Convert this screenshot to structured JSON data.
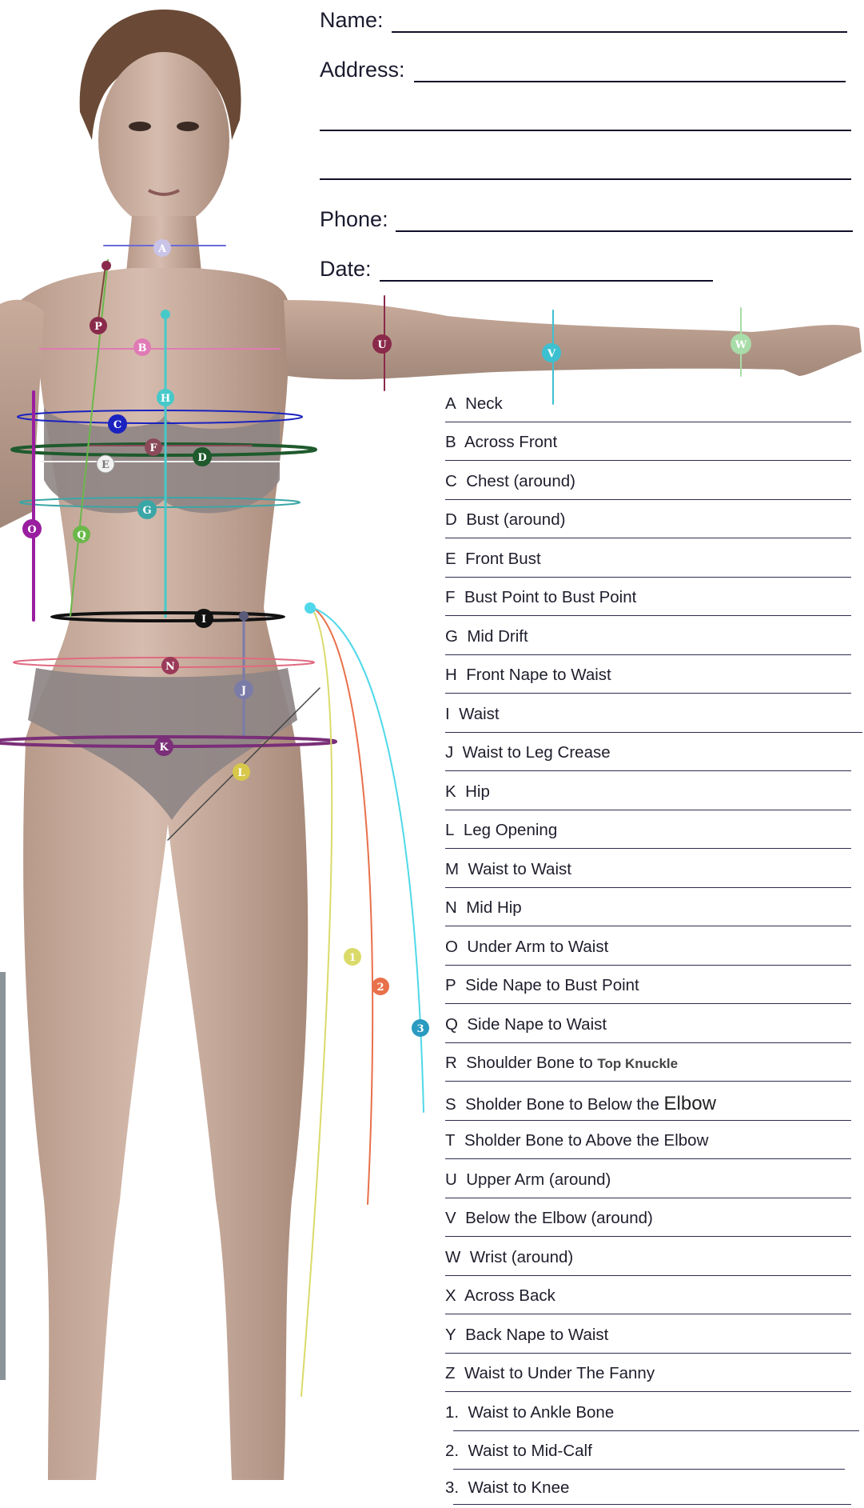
{
  "form": {
    "name_label": "Name:",
    "address_label": "Address:",
    "phone_label": "Phone:",
    "date_label": "Date:"
  },
  "measurements": [
    {
      "code": "A",
      "text": "Neck"
    },
    {
      "code": "B",
      "text": "Across Front"
    },
    {
      "code": "C",
      "text": "Chest (around)"
    },
    {
      "code": "D",
      "text": "Bust  (around)"
    },
    {
      "code": "E",
      "text": "Front Bust"
    },
    {
      "code": "F",
      "text": "Bust Point to Bust Point"
    },
    {
      "code": "G",
      "text": "Mid Drift"
    },
    {
      "code": "H",
      "text": "Front Nape to Waist"
    },
    {
      "code": "I",
      "text": "Waist"
    },
    {
      "code": "J",
      "text": "Waist to Leg Crease"
    },
    {
      "code": "K",
      "text": "Hip"
    },
    {
      "code": "L",
      "text": "Leg Opening"
    },
    {
      "code": "M",
      "text": "Waist to Waist"
    },
    {
      "code": "N",
      "text": "Mid Hip"
    },
    {
      "code": "O",
      "text": "Under Arm to Waist"
    },
    {
      "code": "P",
      "text": "Side Nape to Bust Point"
    },
    {
      "code": "Q",
      "text": "Side Nape to Waist"
    },
    {
      "code": "R",
      "text": "Shoulder Bone to",
      "extra_small": "Top Knuckle"
    },
    {
      "code": "S",
      "text": "Sholder Bone to Below the",
      "extra_big": "Elbow"
    },
    {
      "code": "T",
      "text": "Sholder Bone to Above the Elbow"
    },
    {
      "code": "U",
      "text": "Upper Arm (around)"
    },
    {
      "code": "V",
      "text": "Below the Elbow (around)"
    },
    {
      "code": "W",
      "text": "Wrist (around)"
    },
    {
      "code": "X",
      "text": "Across Back"
    },
    {
      "code": "Y",
      "text": "Back Nape to Waist"
    },
    {
      "code": "Z",
      "text": "Waist to Under The Fanny"
    },
    {
      "code": "1.",
      "text": "Waist to Ankle Bone"
    },
    {
      "code": "2.",
      "text": "Waist to Mid-Calf"
    },
    {
      "code": "3.",
      "text": "Waist to Knee"
    }
  ],
  "figure_markers": [
    {
      "letter": "A",
      "color": "#c9c3e8"
    },
    {
      "letter": "B",
      "color": "#e07ab6"
    },
    {
      "letter": "C",
      "color": "#1a22c0"
    },
    {
      "letter": "D",
      "color": "#1e5a2c"
    },
    {
      "letter": "E",
      "color": "#f2f2f2"
    },
    {
      "letter": "F",
      "color": "#8a4a5a"
    },
    {
      "letter": "G",
      "color": "#3ba6a6"
    },
    {
      "letter": "H",
      "color": "#46c9c9"
    },
    {
      "letter": "I",
      "color": "#111111"
    },
    {
      "letter": "J",
      "color": "#7b7ba8"
    },
    {
      "letter": "K",
      "color": "#7a2f78"
    },
    {
      "letter": "L",
      "color": "#d8c84a"
    },
    {
      "letter": "N",
      "color": "#9a3a58"
    },
    {
      "letter": "O",
      "color": "#9a1ea0"
    },
    {
      "letter": "P",
      "color": "#8a2a4a"
    },
    {
      "letter": "Q",
      "color": "#6ab84a"
    },
    {
      "letter": "U",
      "color": "#8a2a4a"
    },
    {
      "letter": "V",
      "color": "#3cc0d0"
    },
    {
      "letter": "W",
      "color": "#a8dca8"
    },
    {
      "letter": "1",
      "color": "#dada6a"
    },
    {
      "letter": "2",
      "color": "#e8704a"
    },
    {
      "letter": "3",
      "color": "#2a9ac0"
    }
  ]
}
